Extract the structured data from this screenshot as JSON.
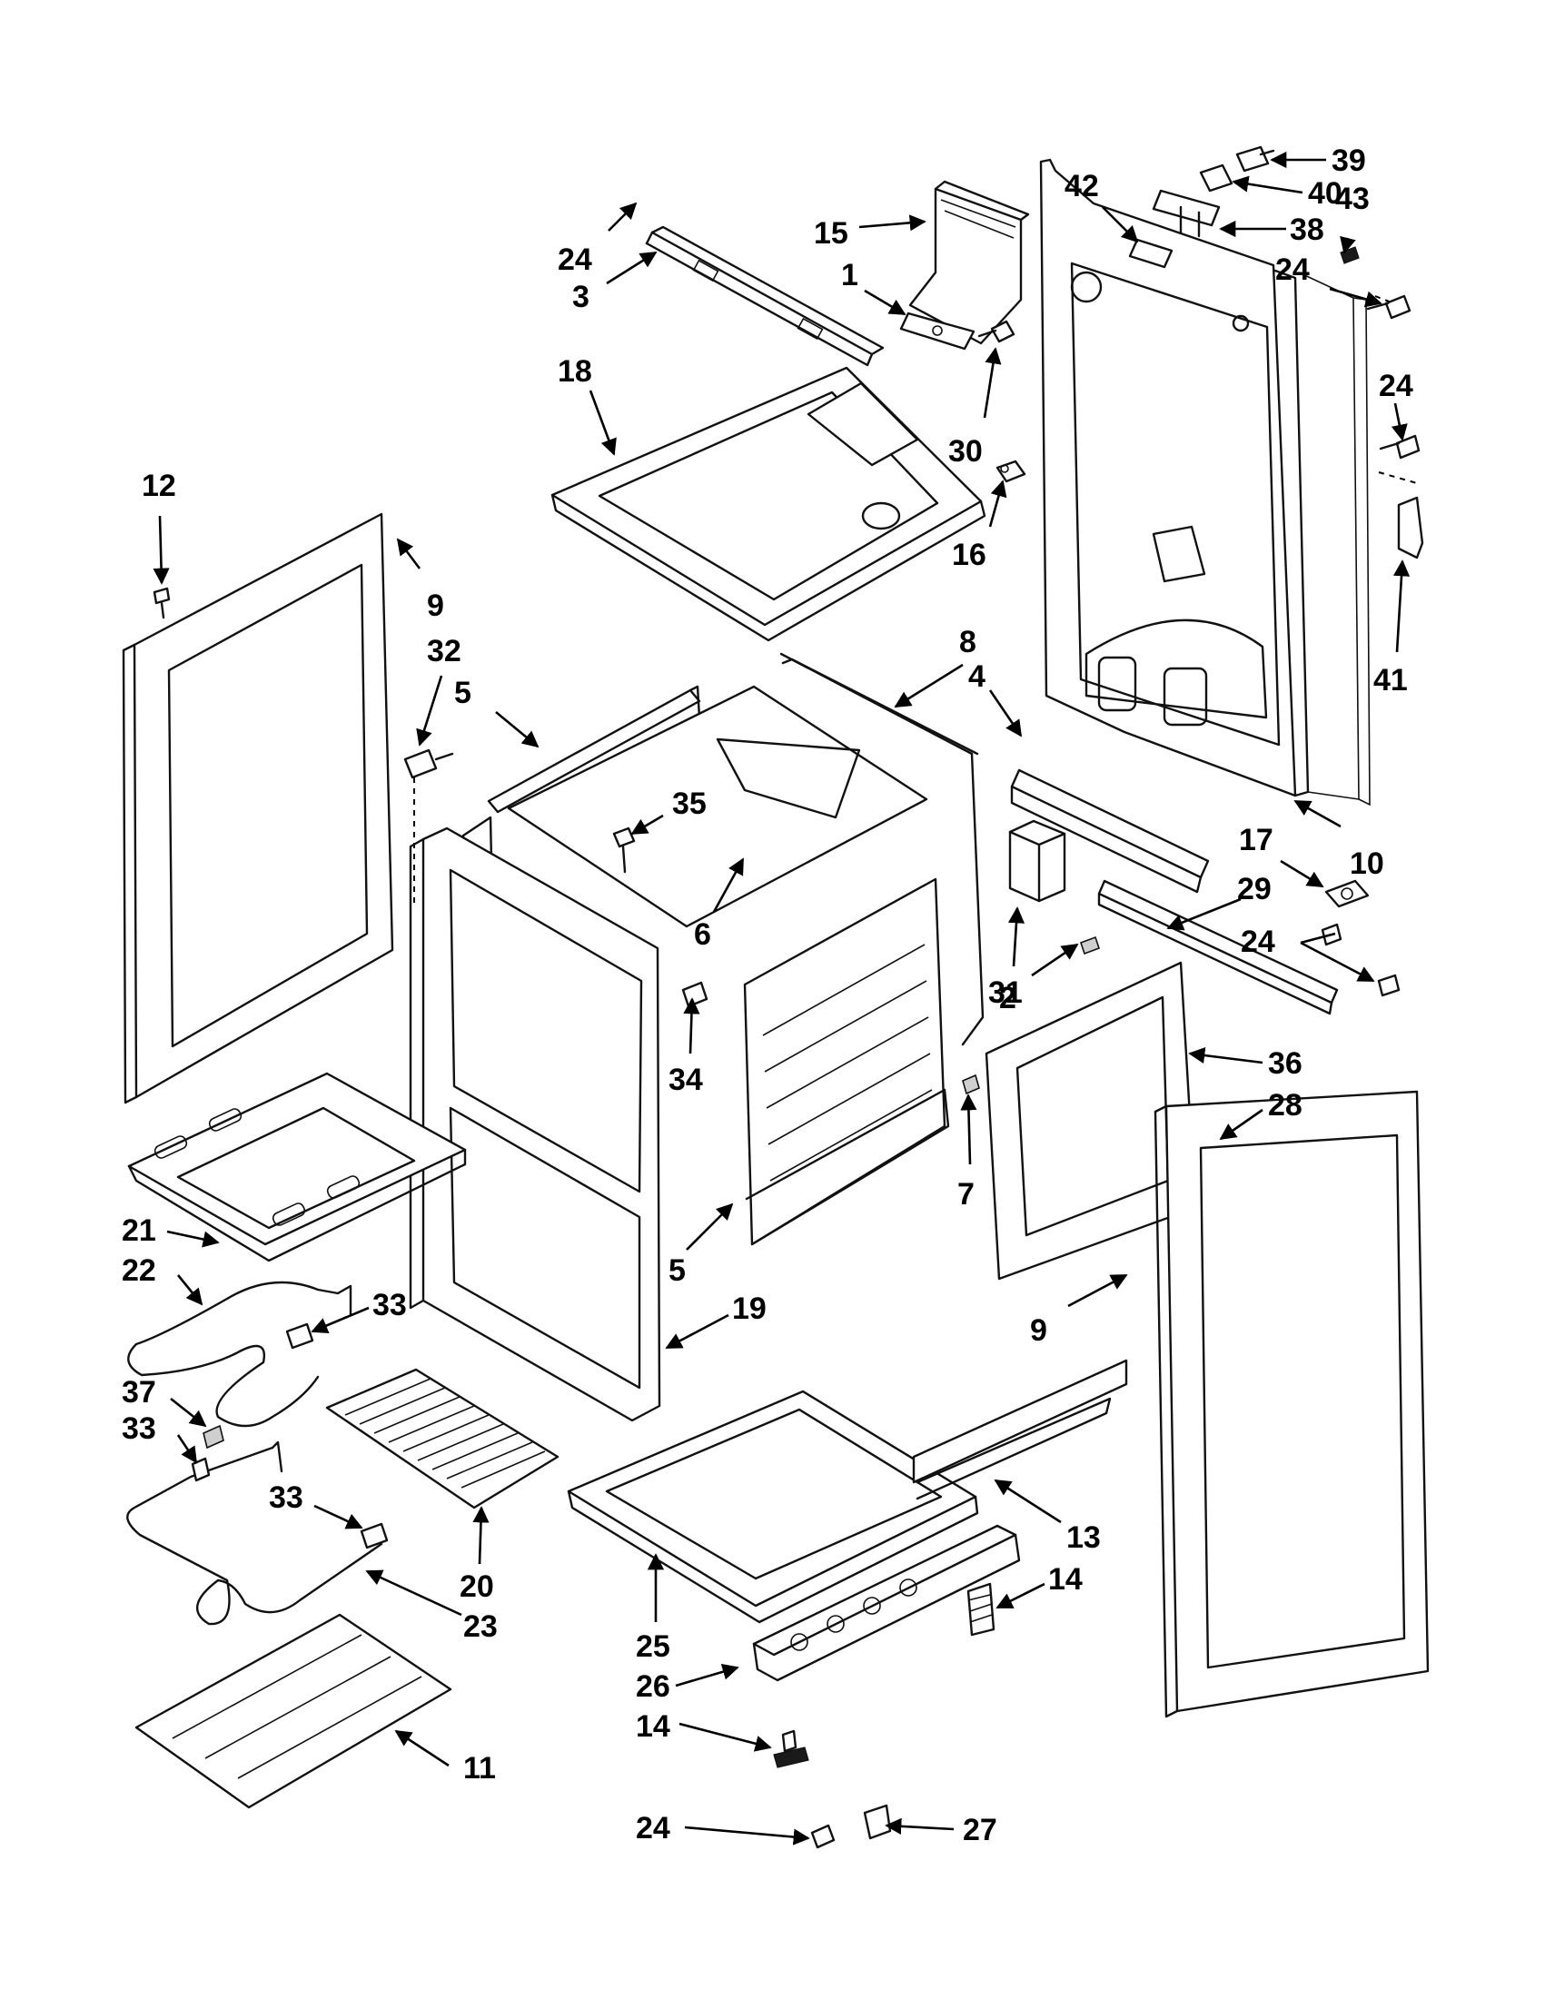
{
  "callouts": [
    {
      "id": "c24a",
      "text": "24"
    },
    {
      "id": "c3",
      "text": "3"
    },
    {
      "id": "c18",
      "text": "18"
    },
    {
      "id": "c15",
      "text": "15"
    },
    {
      "id": "c1",
      "text": "1"
    },
    {
      "id": "c30",
      "text": "30"
    },
    {
      "id": "c16",
      "text": "16"
    },
    {
      "id": "c42",
      "text": "42"
    },
    {
      "id": "c39",
      "text": "39"
    },
    {
      "id": "c40",
      "text": "40"
    },
    {
      "id": "c43",
      "text": "43"
    },
    {
      "id": "c38",
      "text": "38"
    },
    {
      "id": "c24b",
      "text": "24"
    },
    {
      "id": "c24c",
      "text": "24"
    },
    {
      "id": "c41",
      "text": "41"
    },
    {
      "id": "c12",
      "text": "12"
    },
    {
      "id": "c9a",
      "text": "9"
    },
    {
      "id": "c32",
      "text": "32"
    },
    {
      "id": "c5a",
      "text": "5"
    },
    {
      "id": "c8",
      "text": "8"
    },
    {
      "id": "c4",
      "text": "4"
    },
    {
      "id": "c35",
      "text": "35"
    },
    {
      "id": "c10",
      "text": "10"
    },
    {
      "id": "c17",
      "text": "17"
    },
    {
      "id": "c29",
      "text": "29"
    },
    {
      "id": "c2",
      "text": "2"
    },
    {
      "id": "c6",
      "text": "6"
    },
    {
      "id": "c24d",
      "text": "24"
    },
    {
      "id": "c31",
      "text": "31"
    },
    {
      "id": "c34",
      "text": "34"
    },
    {
      "id": "c36",
      "text": "36"
    },
    {
      "id": "c28",
      "text": "28"
    },
    {
      "id": "c7",
      "text": "7"
    },
    {
      "id": "c21",
      "text": "21"
    },
    {
      "id": "c22",
      "text": "22"
    },
    {
      "id": "c33a",
      "text": "33"
    },
    {
      "id": "c5b",
      "text": "5"
    },
    {
      "id": "c19",
      "text": "19"
    },
    {
      "id": "c9b",
      "text": "9"
    },
    {
      "id": "c37",
      "text": "37"
    },
    {
      "id": "c33b",
      "text": "33"
    },
    {
      "id": "c33c",
      "text": "33"
    },
    {
      "id": "c20",
      "text": "20"
    },
    {
      "id": "c23",
      "text": "23"
    },
    {
      "id": "c13",
      "text": "13"
    },
    {
      "id": "c14a",
      "text": "14"
    },
    {
      "id": "c25",
      "text": "25"
    },
    {
      "id": "c26",
      "text": "26"
    },
    {
      "id": "c14b",
      "text": "14"
    },
    {
      "id": "c11",
      "text": "11"
    },
    {
      "id": "c24e",
      "text": "24"
    },
    {
      "id": "c27",
      "text": "27"
    }
  ]
}
